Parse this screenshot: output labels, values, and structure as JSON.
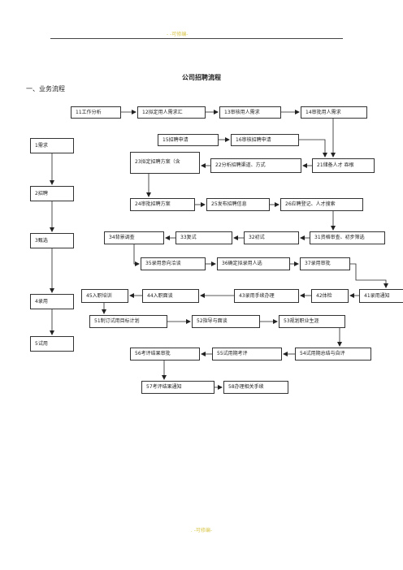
{
  "header": {
    "top_text": "- -可修编-"
  },
  "document": {
    "title": "公司招聘流程",
    "section_heading": "一、业务流程"
  },
  "footer": {
    "bottom_text": ". -可修编-"
  },
  "flow": {
    "stages": [
      "1需求",
      "2招聘",
      "3甄选",
      "4录用",
      "5试用"
    ],
    "boxes": {
      "b11": "11工作分析",
      "b12": "12拟定用人需求汇",
      "b13": "13审核用人需求",
      "b14": "14审批用人需求",
      "b15": "15招聘申请",
      "b16": "16审核招聘申请",
      "b23": "23拟定招聘方案（含",
      "b22": "22分析招聘渠道、方式",
      "b21": "21储备人才 吞根",
      "b24": "24审批招聘方案",
      "b25": "25发布招聘信息",
      "b26": "26应聘登记、人才搜索",
      "b34": "34背景调查",
      "b33": "33复试",
      "b32": "32初试",
      "b31": "31资格审查、初步筛选",
      "b35": "35录用意向洽谈",
      "b36": "36确定拟录用人选",
      "b37": "37录用审批",
      "b45": "45入职培训",
      "b44": "44入职面谈",
      "b43": "43录用手续办理",
      "b42": "42体检",
      "b41": "41录用通知",
      "b51": "51制订试用目标计划",
      "b52": "52指导与面谈",
      "b53": "53规划职业生涯",
      "b56": "56考评结果审批",
      "b55": "55试用期考评",
      "b54": "54试用期总结与自评",
      "b57": "57考评结果通知",
      "b58": "58办理相关手续"
    }
  }
}
